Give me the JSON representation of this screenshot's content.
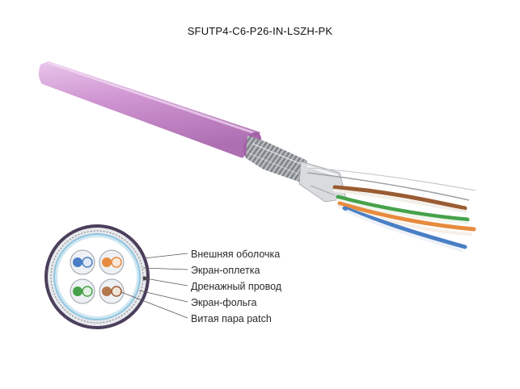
{
  "title": "SFUTP4-C6-P26-IN-LSZH-PK",
  "legend": [
    "Внешняя оболочка",
    "Экран-оплетка",
    "Дренажный провод",
    "Экран-фольга",
    "Витая пара patch"
  ],
  "colors": {
    "jacket": "#cc8fcf",
    "braid": "#9fa2a7",
    "foil": "#d8dadd",
    "pair_blue": "#4a7fc6",
    "pair_orange": "#e78b3f",
    "pair_green": "#46a24a",
    "pair_brown": "#9a5c33"
  }
}
